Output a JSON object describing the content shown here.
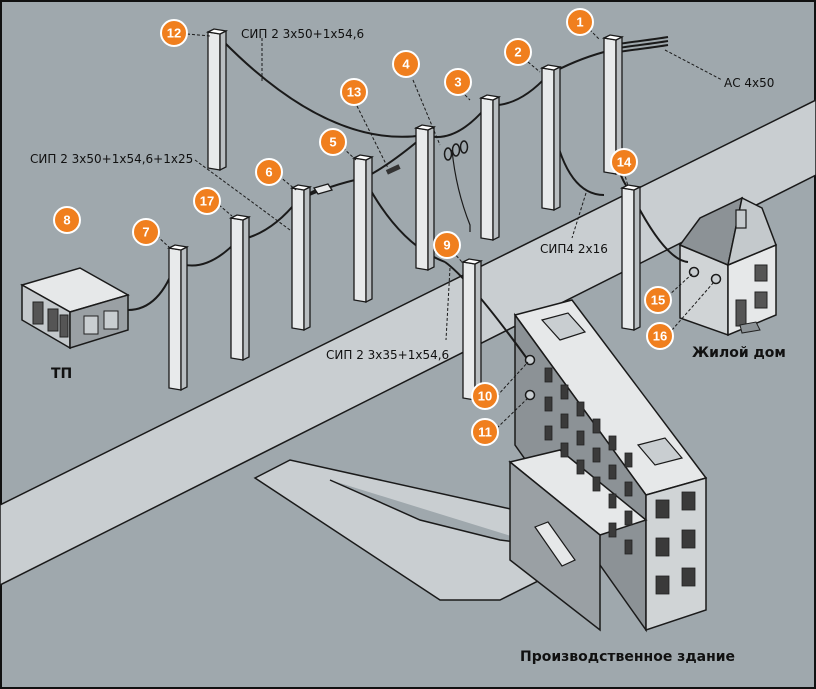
{
  "colors": {
    "background": "#9fa8ad",
    "road": "#c9ced1",
    "pole_front": "#e8eaeb",
    "pole_side": "#b9bec1",
    "marker_fill": "#f07f1e",
    "marker_stroke": "#ffffff",
    "outline": "#1a1a1a",
    "wall_light": "#d0d4d6",
    "wall_dark": "#8c9296",
    "roof": "#e6e8e9"
  },
  "labels": {
    "ac_cable": "АС 4х50",
    "sip_top": "СИП 2 3х50+1х54,6",
    "sip_left": "СИП 2 3х50+1х54,6+1х25",
    "sip4": "СИП4 2х16",
    "sip_branch": "СИП 2  3х35+1х54,6",
    "tp": "ТП",
    "house": "Жилой дом",
    "factory": "Производственное здание"
  },
  "markers": [
    {
      "num": "1"
    },
    {
      "num": "2"
    },
    {
      "num": "3"
    },
    {
      "num": "4"
    },
    {
      "num": "5"
    },
    {
      "num": "6"
    },
    {
      "num": "7"
    },
    {
      "num": "8"
    },
    {
      "num": "9"
    },
    {
      "num": "10"
    },
    {
      "num": "11"
    },
    {
      "num": "12"
    },
    {
      "num": "13"
    },
    {
      "num": "14"
    },
    {
      "num": "15"
    },
    {
      "num": "16"
    },
    {
      "num": "17"
    }
  ]
}
